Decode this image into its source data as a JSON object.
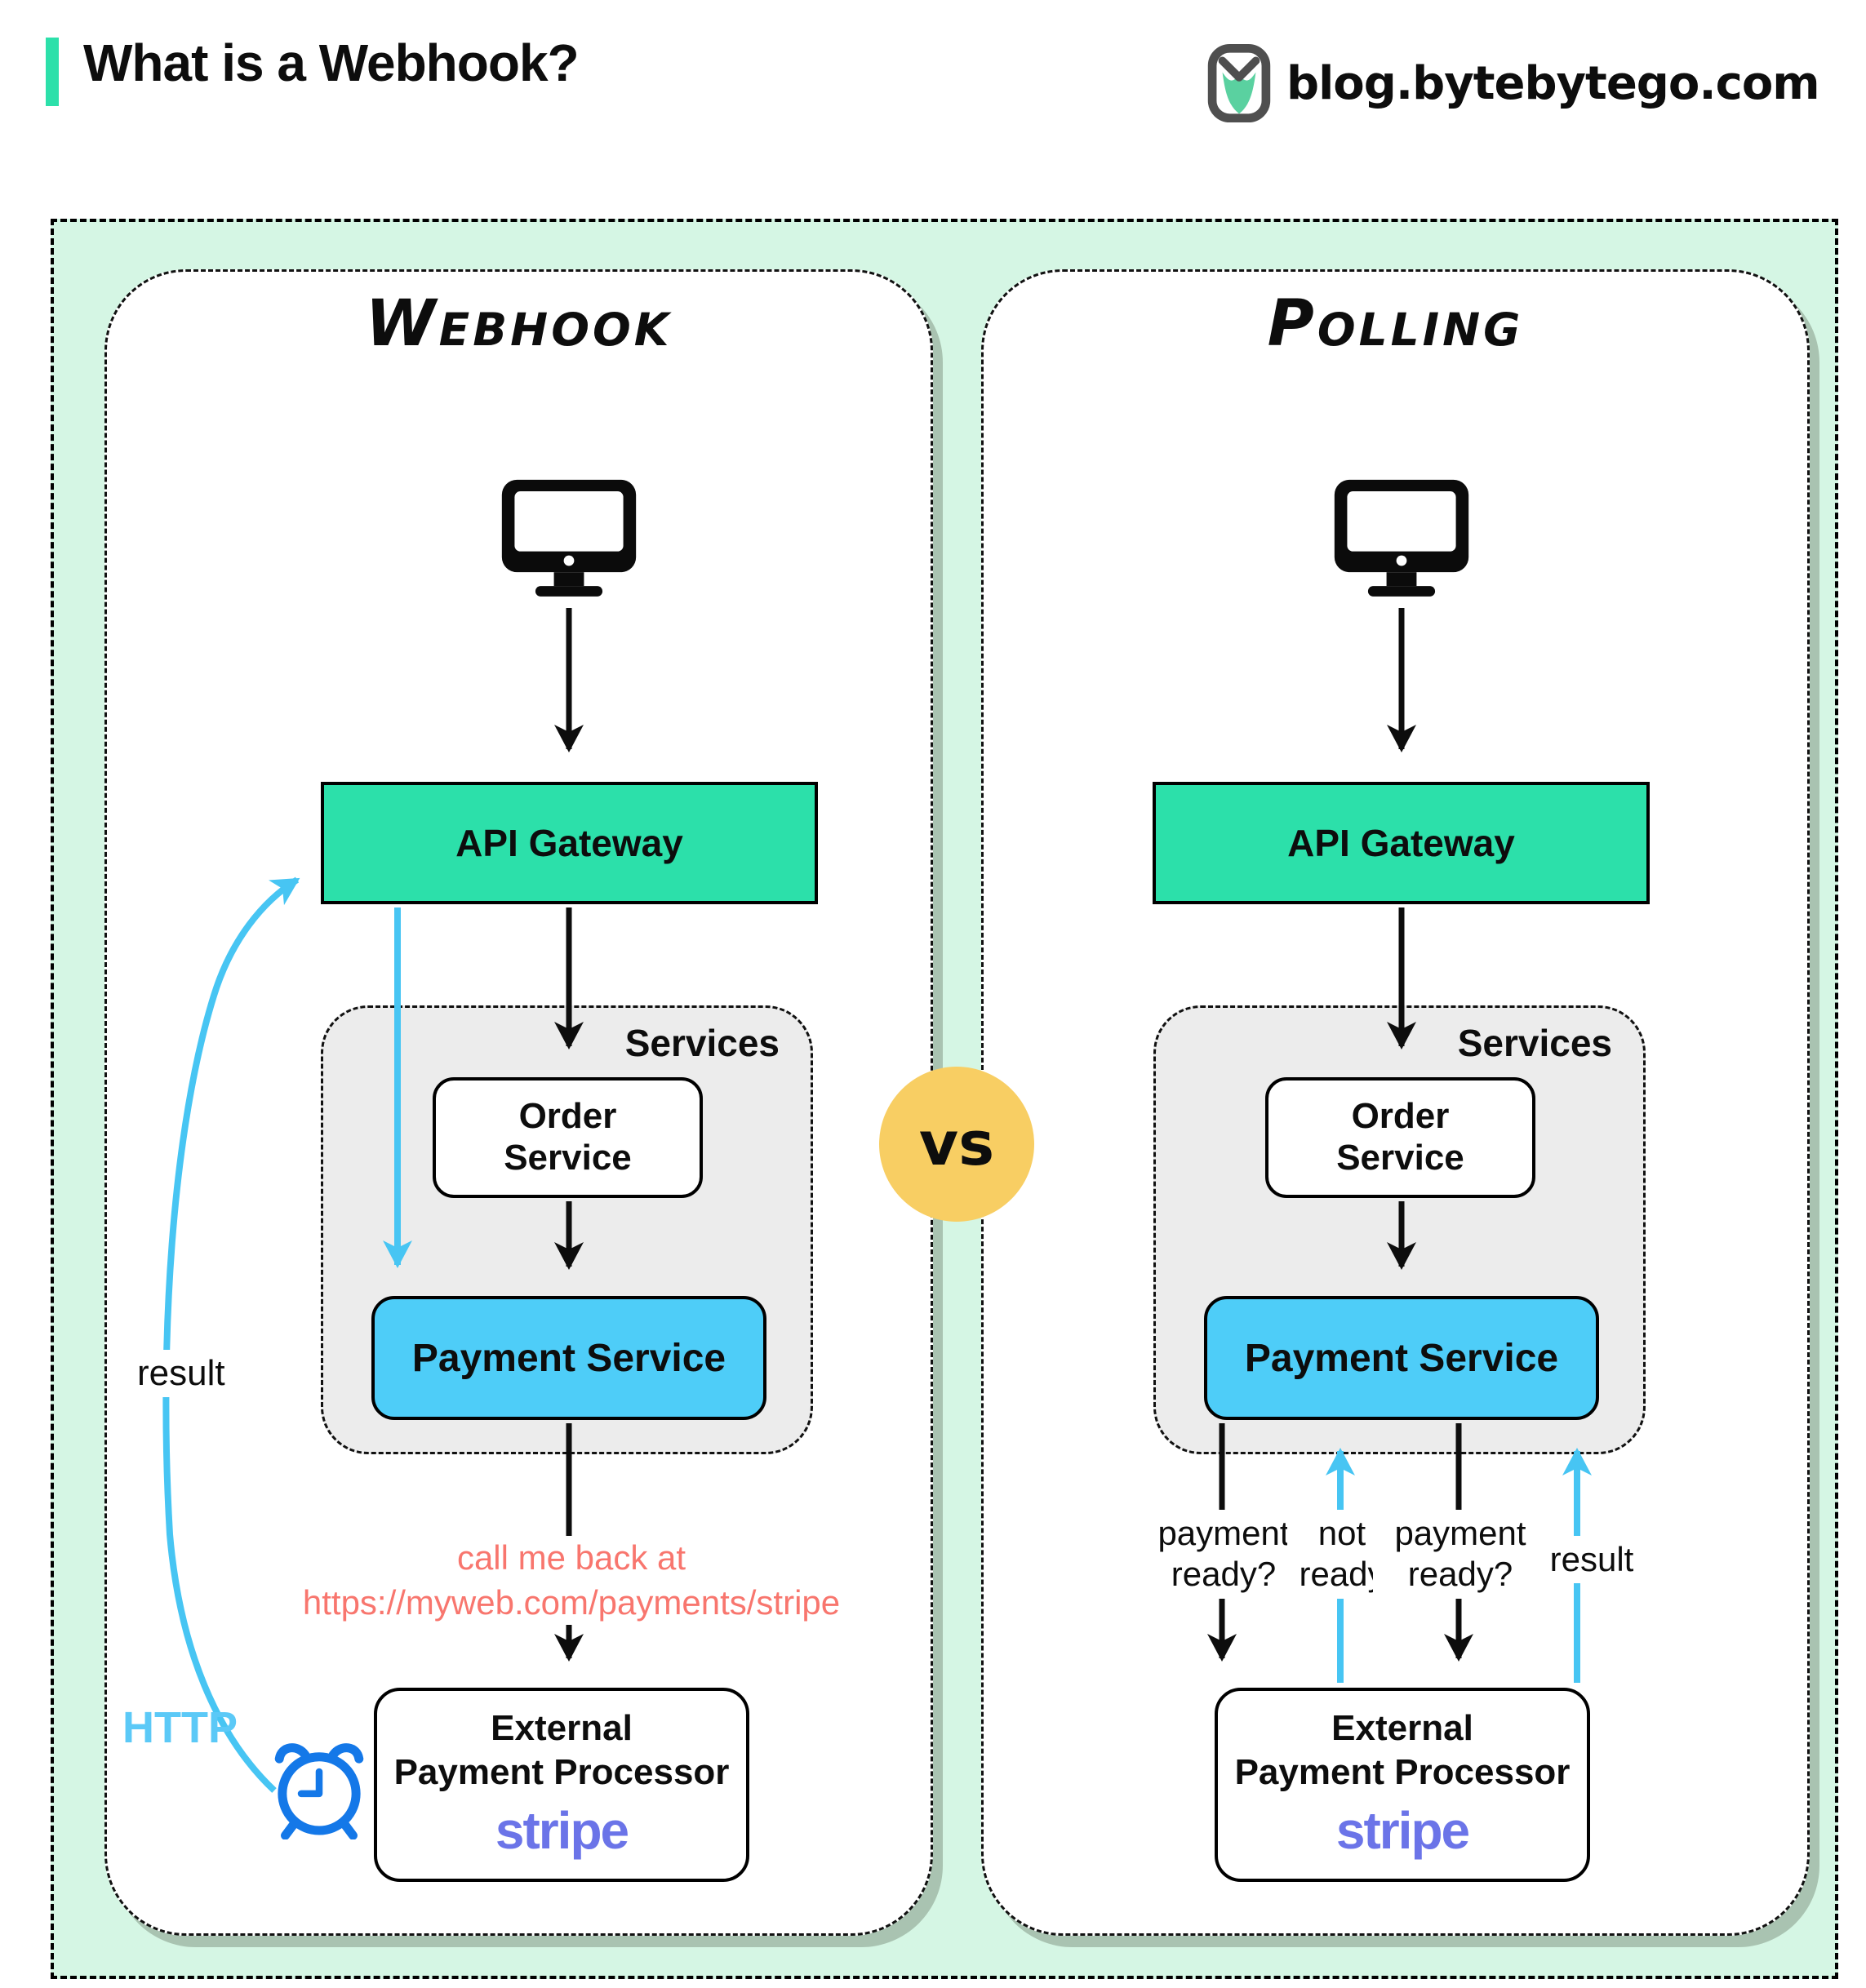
{
  "header": {
    "title": "What is a Webhook?",
    "site": "blog.bytebytego.com"
  },
  "vs_label": "vs",
  "panels": [
    {
      "title": "Webhook",
      "api_gateway": "API Gateway",
      "services_label": "Services",
      "order_service": "Order Service",
      "payment_service": "Payment Service",
      "external_processor": {
        "line1": "External",
        "line2": "Payment Processor",
        "brand": "stripe"
      },
      "callback_note": {
        "line1": "call me back at",
        "line2": "https://myweb.com/payments/stripe"
      },
      "result_label": "result",
      "http_label": "HTTP"
    },
    {
      "title": "Polling",
      "api_gateway": "API Gateway",
      "services_label": "Services",
      "order_service": "Order Service",
      "payment_service": "Payment Service",
      "external_processor": {
        "line1": "External",
        "line2": "Payment Processor",
        "brand": "stripe"
      },
      "flow_labels": [
        "payment ready?",
        "not ready",
        "payment ready?",
        "result"
      ]
    }
  ],
  "colors": {
    "accent_teal": "#2ce0aa",
    "payment_blue": "#4ecdf8",
    "arrow_blue": "#47c5f3",
    "clock_blue": "#1478e8",
    "http_blue": "#5bc9f7",
    "callback_salmon": "#f8766e",
    "vs_yellow": "#f8ce63",
    "mint_background": "#d5f6e4",
    "services_gray": "#ececec",
    "stripe_purple": "#6b74e8"
  }
}
